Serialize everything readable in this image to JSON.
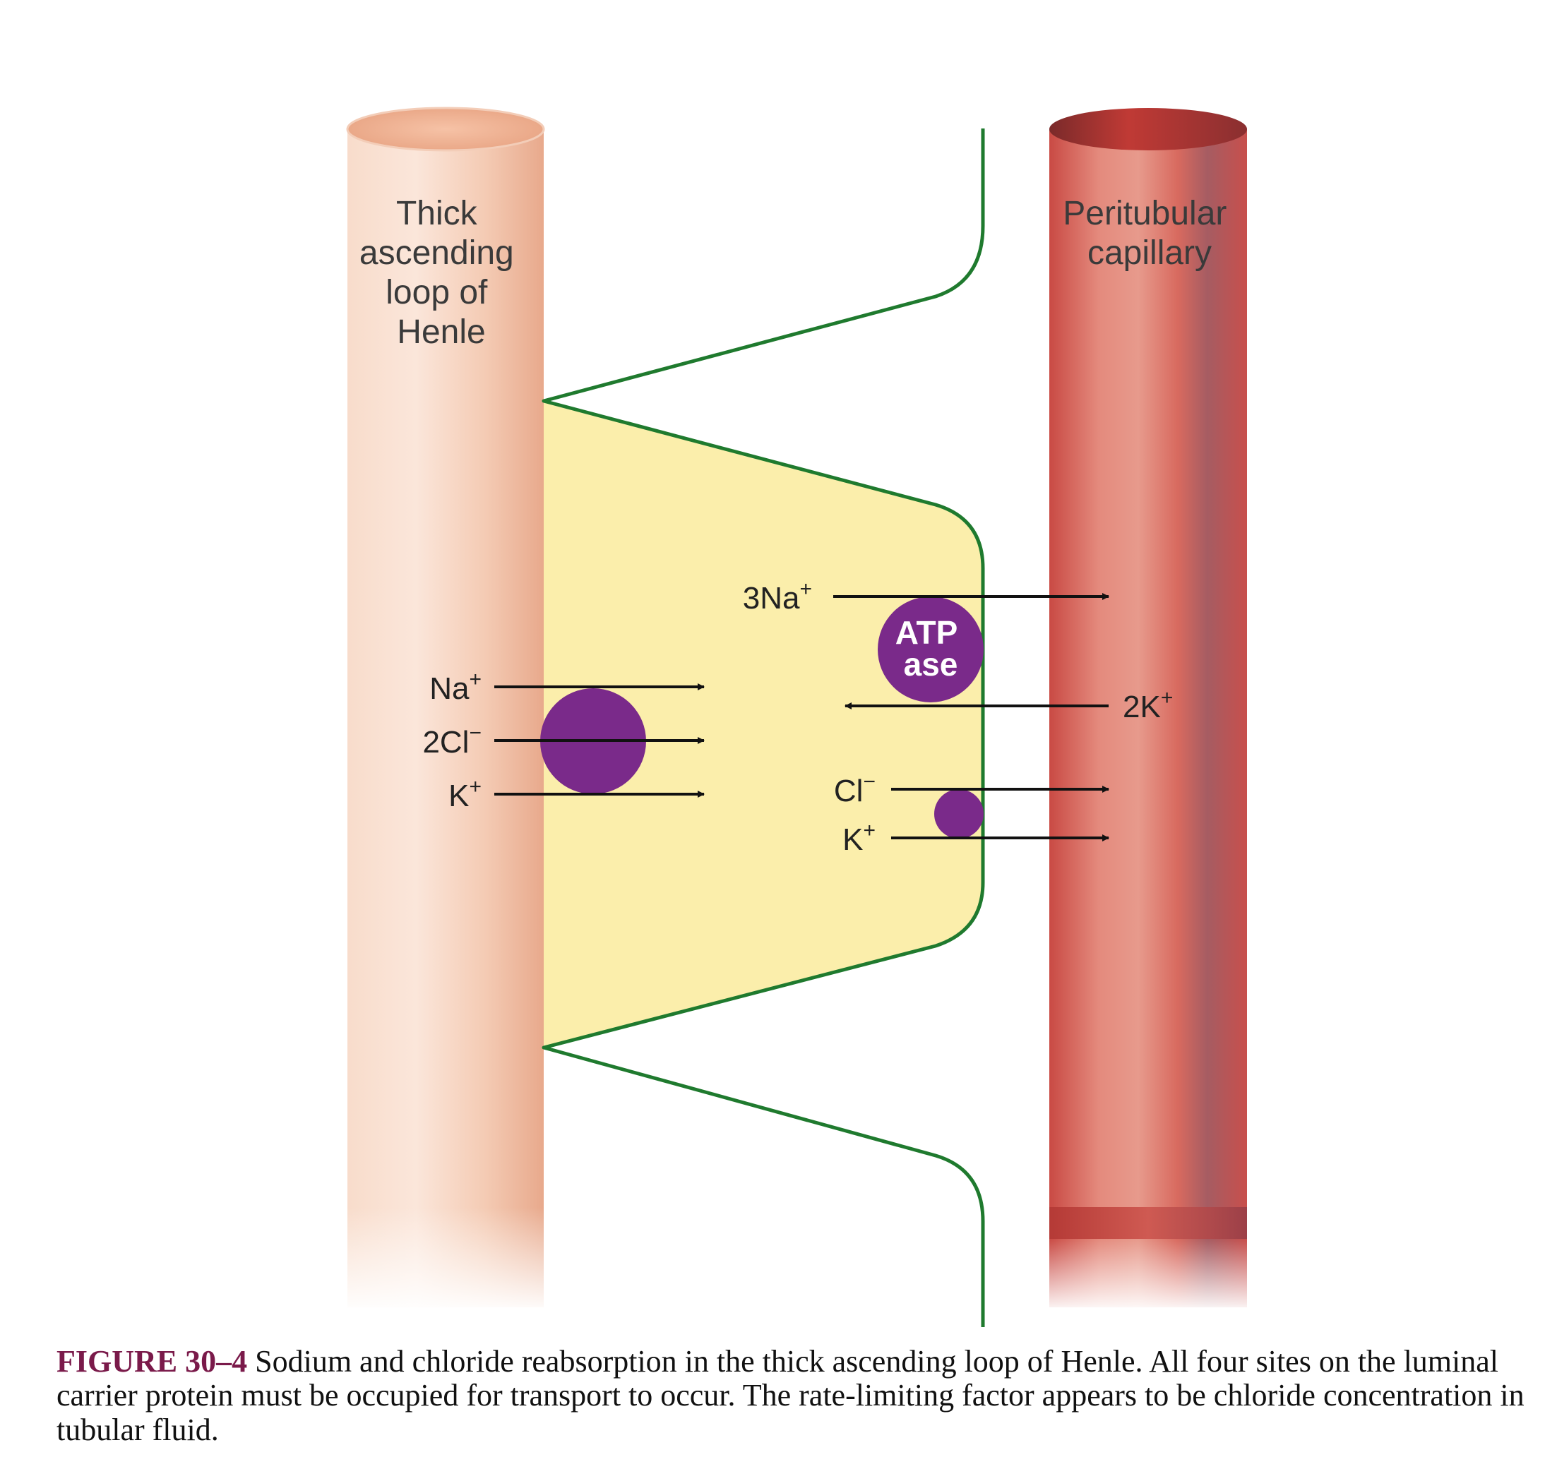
{
  "labels": {
    "tubule": [
      "Thick",
      "ascending",
      "loop of",
      "Henle"
    ],
    "capillary": [
      "Peritubular",
      "capillary"
    ]
  },
  "luminal_carrier": {
    "ions": [
      {
        "base": "Na",
        "sup": "+"
      },
      {
        "base": "2Cl",
        "sup": "−"
      },
      {
        "base": "K",
        "sup": "+"
      }
    ]
  },
  "pump": {
    "name": [
      "ATP",
      "ase"
    ],
    "out_ion": {
      "base": "3Na",
      "sup": "+"
    },
    "in_ion": {
      "base": "2K",
      "sup": "+"
    }
  },
  "basolateral_carrier": {
    "ions": [
      {
        "base": "Cl",
        "sup": "−"
      },
      {
        "base": "K",
        "sup": "+"
      }
    ]
  },
  "colors": {
    "cell_fill": "#fbeeab",
    "membrane": "#1f7a2e",
    "carrier": "#7a2a8a",
    "tubule": "#f3c7ad",
    "capillary": "#c9534d",
    "arrow": "#111111"
  },
  "caption": {
    "label": "FIGURE 30–4",
    "text": " Sodium and chloride reabsorption in the thick ascending loop of Henle. All four sites on the luminal carrier protein must be occupied for transport to occur. The rate-limiting factor appears to be chloride concentration in tubular fluid."
  }
}
